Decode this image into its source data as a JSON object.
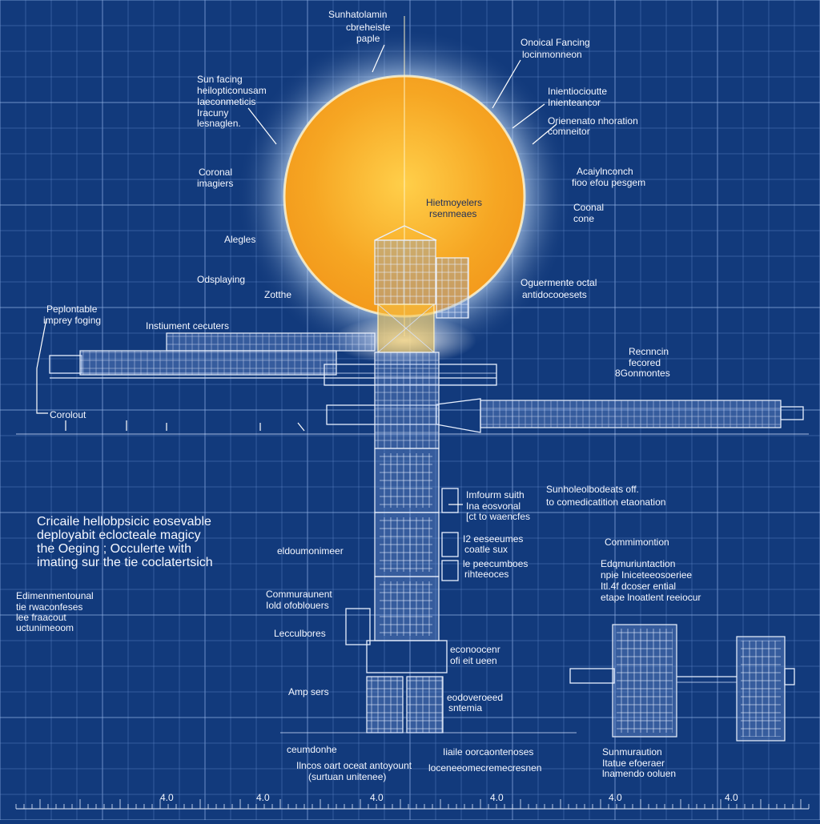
{
  "colors": {
    "background": "#123a7c",
    "sun_core": "#f6a623",
    "sun_glow": "#fff3b0",
    "linework": "#eef4ff"
  },
  "labels": {
    "top_center_1": "Sunhatolamin",
    "top_center_2": "cbreheiste",
    "top_center_3": "paple",
    "top_right_1_a": "Onoical Fancing",
    "top_right_1_b": "locinmonneon",
    "top_right_2_a": "Inientiocioutte",
    "top_right_2_b": "Inienteancor",
    "top_right_3_a": "Orienenato nhoration",
    "top_right_3_b": "comneitor",
    "right_4_a": "Acaiylnconch",
    "right_4_b": "fioo efou pesgem",
    "right_5_a": "Coonal",
    "right_5_b": "cone",
    "sun_label_a": "Hietmoyelers",
    "sun_label_b": "rsenmeaes",
    "left_1_a": "Sun facing",
    "left_1_b": "heilopticonusam",
    "left_1_c": "Iaeconmeticis",
    "left_1_d": "Iracuny",
    "left_1_e": "lesnaglen.",
    "left_2_a": "Coronal",
    "left_2_b": "imagiers",
    "left_3": "Alegles",
    "left_4": "Odsplaying",
    "left_5": "Zotthe",
    "right_6_a": "Oguermente octal",
    "right_6_b": "antidocooesets",
    "left_6_a": "Peplontable",
    "left_6_b": "imprey foging",
    "instrument": "Instiument cecuters",
    "left_7": "Corolout",
    "right_7_a": "Recnncin",
    "right_7_b": "fecored",
    "right_7_c": "8Gonmontes",
    "mid_1_a": "Imfourm suith",
    "mid_1_b": "Ina eosvonal",
    "mid_1_c": "[ct to waencfes",
    "mid_1_d": "I2 eeseeumes",
    "mid_1_e": "coatle sux",
    "mid_1_f": "le peecumboes",
    "mid_1_g": "rihteeoces",
    "right_8_a": "Sunholeolbodeats off.",
    "right_8_b": "to comedicatition etaonation",
    "left_8_a": "Cricaile hellobpsicic eosevable",
    "left_8_b": "deployabit eclocteale magicy",
    "left_8_c": "the Oeging ; Occulerte with",
    "left_8_d": "imating sur the tie coclatertsich",
    "left_9": "eldoumonimeer",
    "right_9": "Commimontion",
    "right_10_a": "Edqmuriuntaction",
    "right_10_b": "npie Iniceteeosoeriee",
    "right_10_c": "Itl.4f dcoser ential",
    "right_10_d": "etape lnoatlent reeiocur",
    "left_10_a": "Edimenmentounal",
    "left_10_b": "tie rwaconfeses",
    "left_10_c": "lee fraacout",
    "left_10_d": "uctunimeoom",
    "left_11_a": "Commuraunent",
    "left_11_b": "Iold ofoblouers",
    "left_12": "Lecculbores",
    "mid_2_a": "econoocenr",
    "mid_2_b": "ofi eit ueen",
    "left_13": "Amp sers",
    "mid_3_a": "eodoveroeed",
    "mid_3_b": "sntemia",
    "left_14": "ceumdonhe",
    "bottom_1": "Iiaile oorcaontenoses",
    "bottom_2_a": "Ilncos oart oceat antoyount",
    "bottom_2_b": "(surtuan unitenee)",
    "bottom_3": "loceneeomecremecresnen",
    "bottom_right_a": "Sunmuraution",
    "bottom_right_b": "Itatue efoeraer",
    "bottom_right_c": "lnamendo ooluen"
  },
  "ruler": {
    "tick_label": "4.0"
  }
}
